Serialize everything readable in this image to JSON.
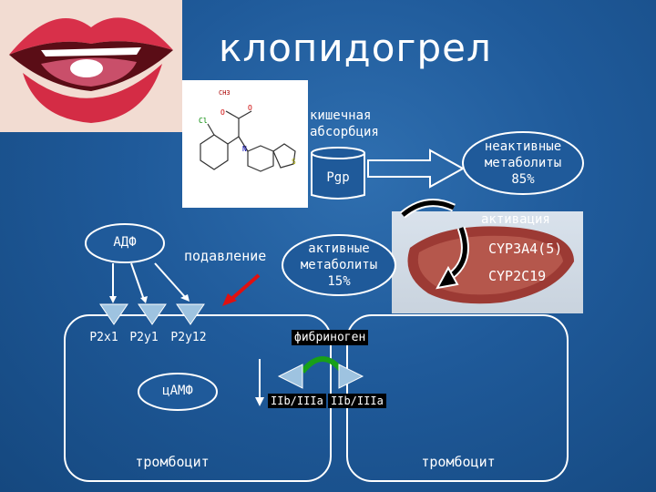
{
  "title": "клопидогрел",
  "absorption": "кишечная\nабсорбция",
  "pgp": "Pgp",
  "inactive": "неактивные\nметаболиты\n85%",
  "activation": "активация",
  "cyp1": "CYP3A4(5)",
  "cyp2": "CYP2C19",
  "active": "активные\nметаболиты\n15%",
  "suppression": "подавление",
  "adp": "АДФ",
  "receptors": [
    "P2x1",
    "P2y1",
    "P2y12"
  ],
  "camp": "цАМФ",
  "fibrinogen": "фибриноген",
  "iib_left": "IIb/IIIa",
  "iib_right": "IIb/IIIa",
  "platelet_left": "тромбоцит",
  "platelet_right": "тромбоцит",
  "molecule_atoms": [
    "CH3",
    "O",
    "O",
    "Cl",
    "N",
    "S"
  ]
}
